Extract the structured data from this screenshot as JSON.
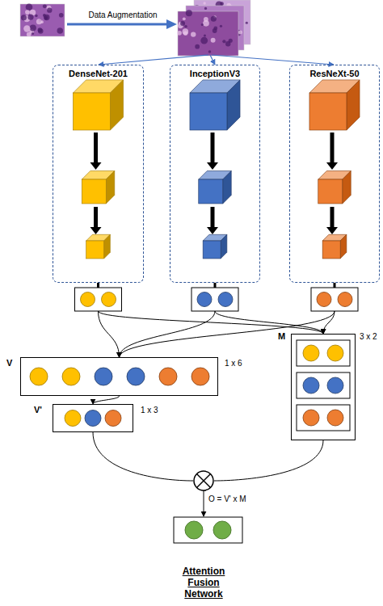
{
  "diagram": {
    "caption": "Attention Fusion Network",
    "nodes": [
      {
        "text": [
          "DenseNet-201"
        ]
      },
      {
        "text": [
          "InceptionV3"
        ]
      },
      {
        "text": [
          "ResNeXt-50"
        ]
      },
      {
        "text": [
          "V",
          "1 x 6"
        ]
      },
      {
        "text": [
          "V'",
          "1 x 3"
        ]
      },
      {
        "text": [
          "M",
          "3 x 2"
        ]
      }
    ],
    "edges": [
      {
        "from": 0,
        "to": 3,
        "arrow": "to"
      },
      {
        "from": 1,
        "to": 3,
        "arrow": "to"
      },
      {
        "from": 2,
        "to": 3,
        "arrow": "to"
      },
      {
        "from": 0,
        "to": 5,
        "arrow": "to"
      },
      {
        "from": 1,
        "to": 5,
        "arrow": "to"
      },
      {
        "from": 2,
        "to": 5,
        "arrow": "to"
      },
      {
        "from": 3,
        "to": 4,
        "arrow": "to"
      }
    ],
    "labels": [
      "Data Augmentation",
      "O = V' x M"
    ]
  }
}
